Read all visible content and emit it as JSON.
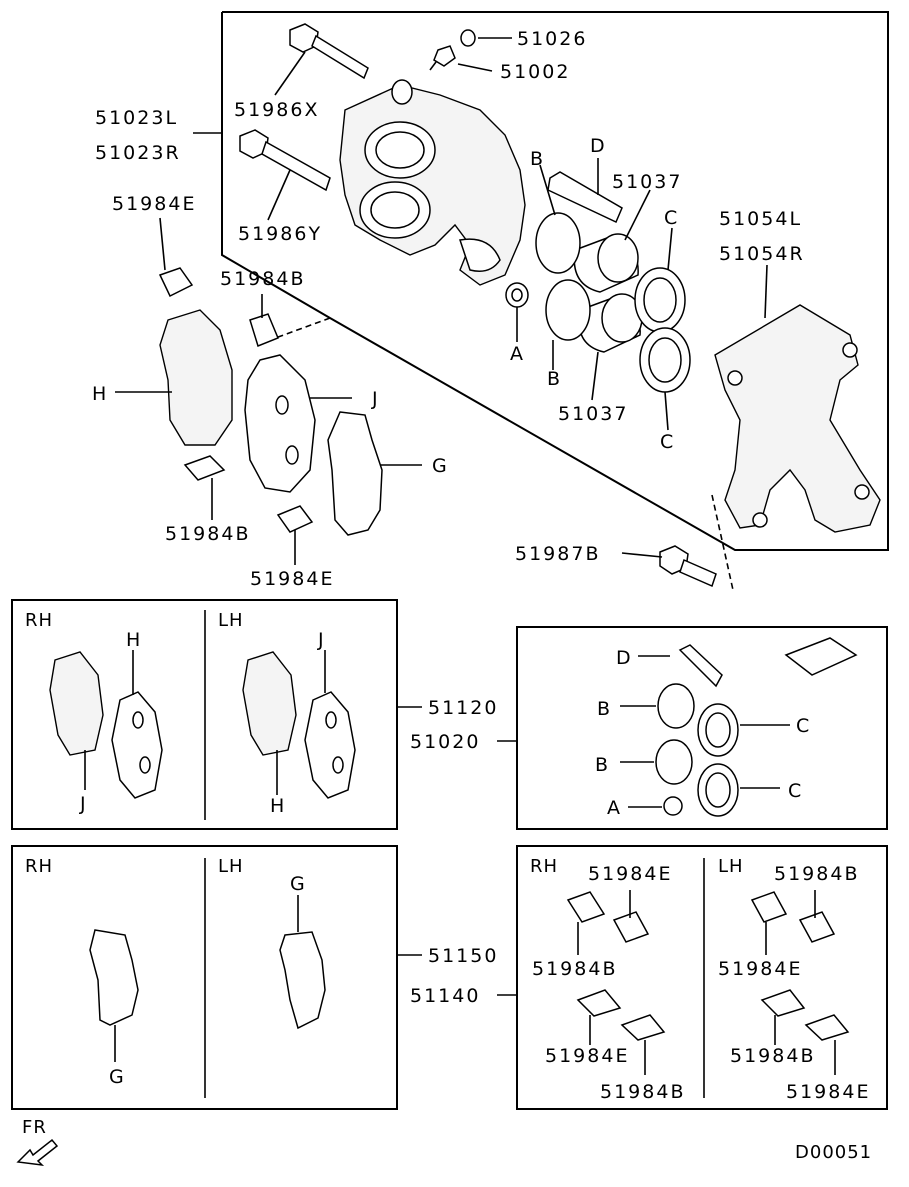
{
  "labels": {
    "p51026": "51026",
    "p51002": "51002",
    "p51986X": "51986X",
    "p51023L": "51023L",
    "p51023R": "51023R",
    "p51986Y": "51986Y",
    "p51984E_a": "51984E",
    "p51984B_a": "51984B",
    "p51037_a": "51037",
    "p51037_b": "51037",
    "p51054L": "51054L",
    "p51054R": "51054R",
    "p51984B_b": "51984B",
    "p51984E_b": "51984E",
    "p51987B": "51987B",
    "B1": "B",
    "D1": "D",
    "C1": "C",
    "A1": "A",
    "B2": "B",
    "C2": "C",
    "H1": "H",
    "J1": "J",
    "G1": "G"
  },
  "kit_pads": {
    "rh": "RH",
    "lh": "LH",
    "rh_h": "H",
    "rh_j": "J",
    "lh_j": "J",
    "lh_h": "H",
    "num1": "51120",
    "num2": "51020"
  },
  "kit_seal": {
    "d": "D",
    "b1": "B",
    "b2": "B",
    "c1": "C",
    "c2": "C",
    "a": "A"
  },
  "kit_shim": {
    "rh": "RH",
    "lh": "LH",
    "g1": "G",
    "g2": "G",
    "num1": "51150",
    "num2": "51140"
  },
  "kit_clip": {
    "rh": "RH",
    "lh": "LH",
    "rh_e1": "51984E",
    "rh_b1": "51984B",
    "rh_e2": "51984E",
    "rh_b2": "51984B",
    "lh_b1": "51984B",
    "lh_e1": "51984E",
    "lh_b2": "51984B",
    "lh_e2": "51984E"
  },
  "footer": {
    "fr": "FR",
    "code": "D00051"
  }
}
